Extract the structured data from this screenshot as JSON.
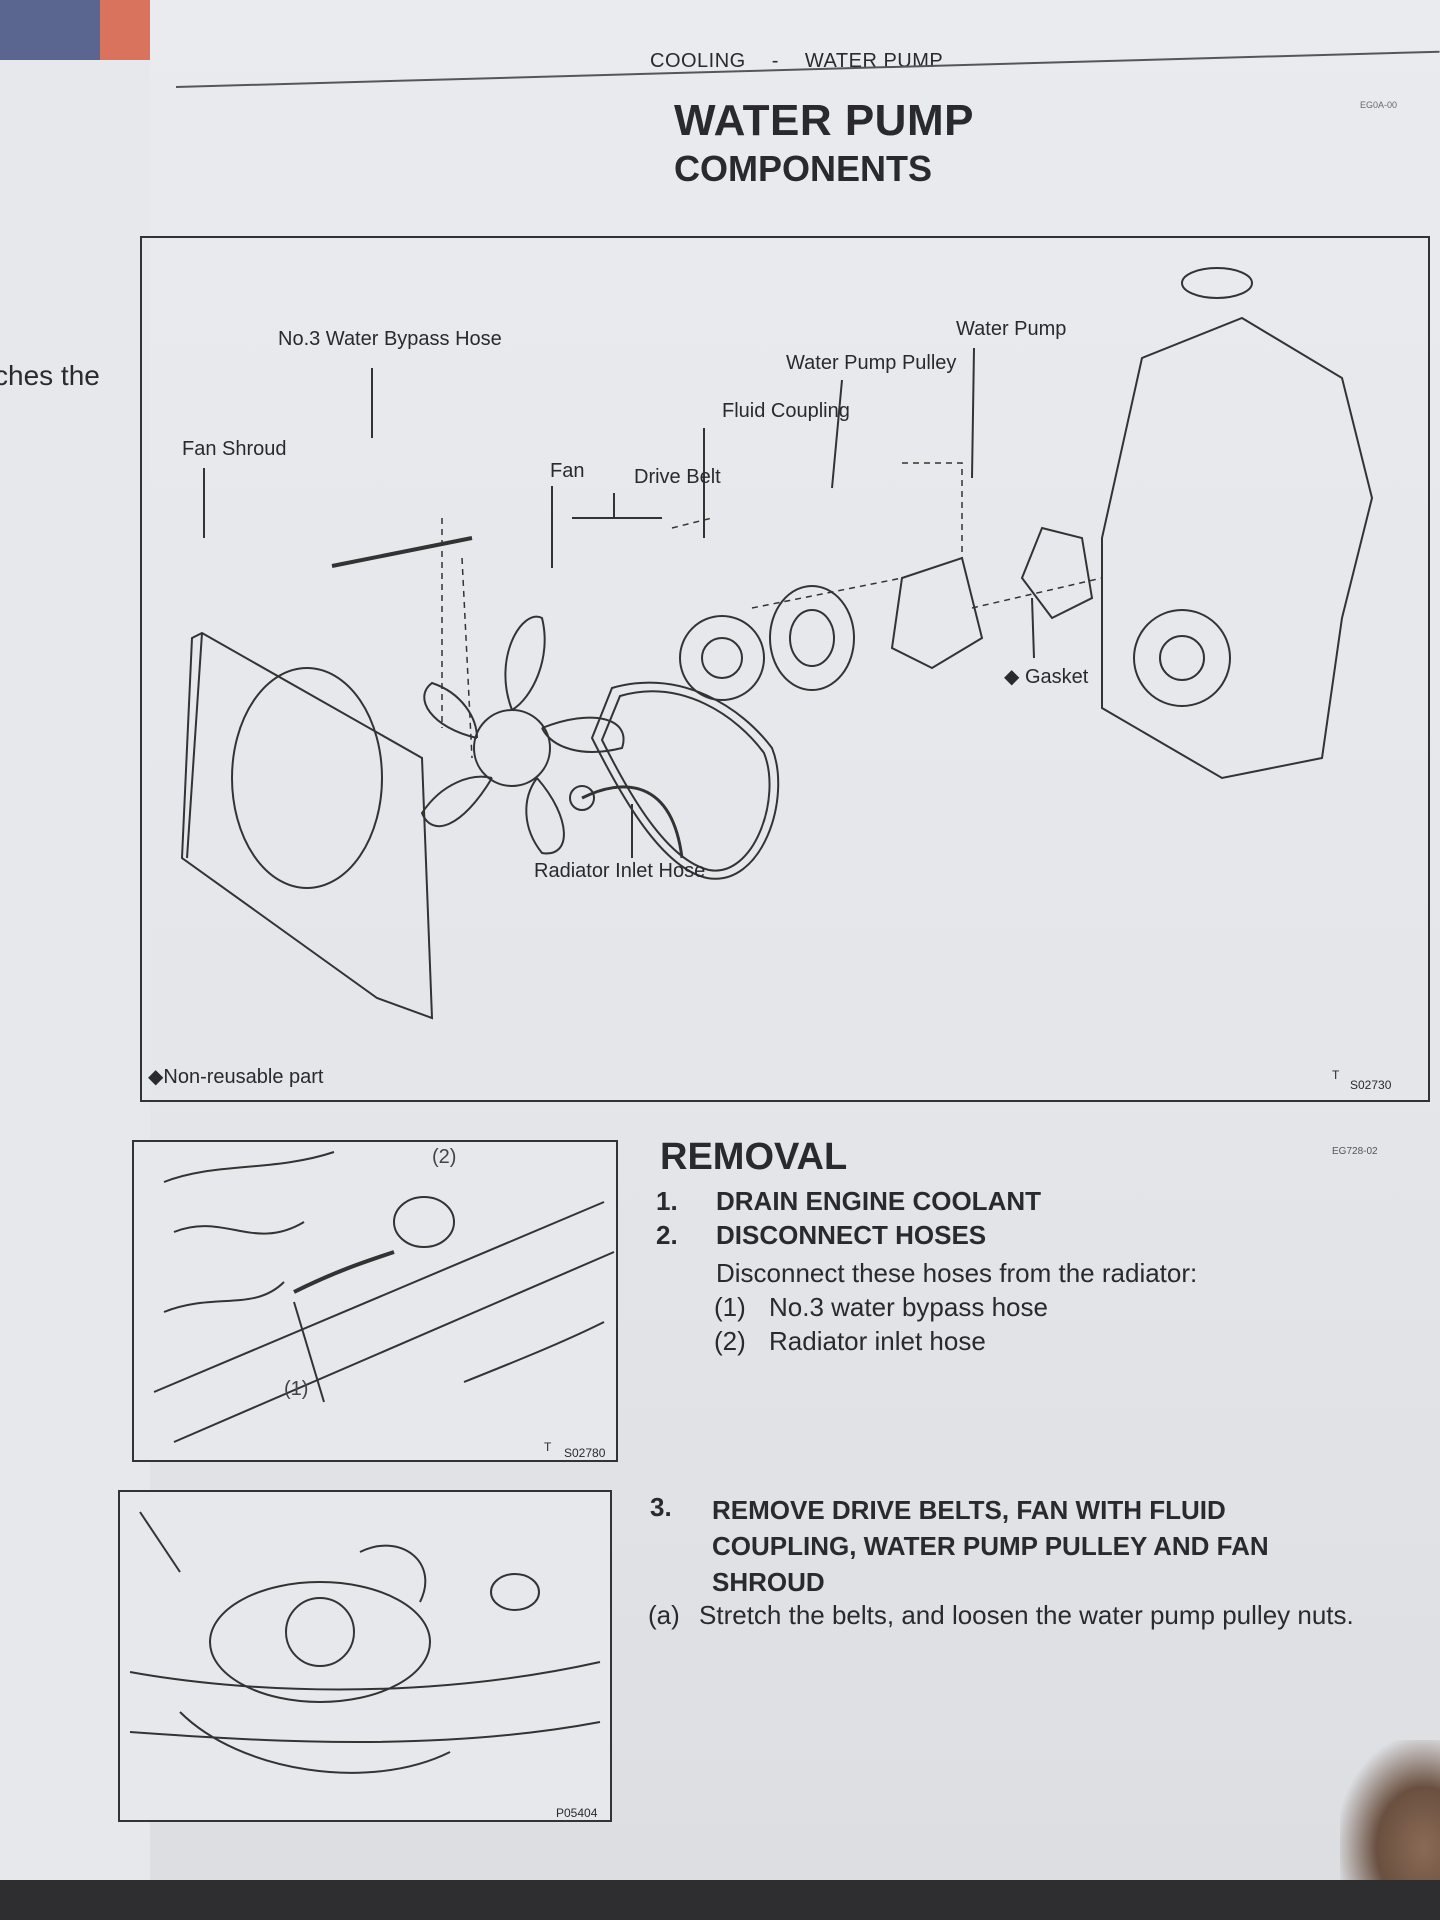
{
  "edge_text": "ches the",
  "header": {
    "section": "COOLING",
    "dash": "-",
    "subsection": "WATER PUMP",
    "code": "EG0A-00"
  },
  "title": {
    "main": "WATER PUMP",
    "sub": "COMPONENTS"
  },
  "figure": {
    "labels": {
      "bypass_hose": "No.3 Water Bypass Hose",
      "fan_shroud": "Fan Shroud",
      "fan": "Fan",
      "drive_belt": "Drive Belt",
      "fluid_coupling": "Fluid Coupling",
      "pulley": "Water Pump Pulley",
      "water_pump": "Water Pump",
      "gasket": "◆ Gasket",
      "radiator_hose": "Radiator Inlet Hose",
      "non_reusable": "◆Non-reusable part",
      "fig_t": "T",
      "fig_code": "S02730"
    }
  },
  "photo1": {
    "callout1": "(1)",
    "callout2": "(2)",
    "t": "T",
    "code": "S02780"
  },
  "photo2": {
    "code": "P05404"
  },
  "removal": {
    "title": "REMOVAL",
    "code": "EG728-02",
    "step1": {
      "num": "1.",
      "text": "DRAIN ENGINE COOLANT"
    },
    "step2": {
      "num": "2.",
      "text": "DISCONNECT HOSES",
      "desc": "Disconnect these hoses from the radiator:",
      "items": [
        {
          "num": "(1)",
          "text": "No.3 water bypass hose"
        },
        {
          "num": "(2)",
          "text": "Radiator inlet hose"
        }
      ]
    },
    "step3": {
      "num": "3.",
      "line1": "REMOVE DRIVE BELTS, FAN WITH FLUID",
      "line2": "COUPLING, WATER PUMP PULLEY AND FAN",
      "line3": "SHROUD",
      "sub_num": "(a)",
      "sub_text": "Stretch the belts, and loosen the water pump pulley nuts."
    }
  }
}
